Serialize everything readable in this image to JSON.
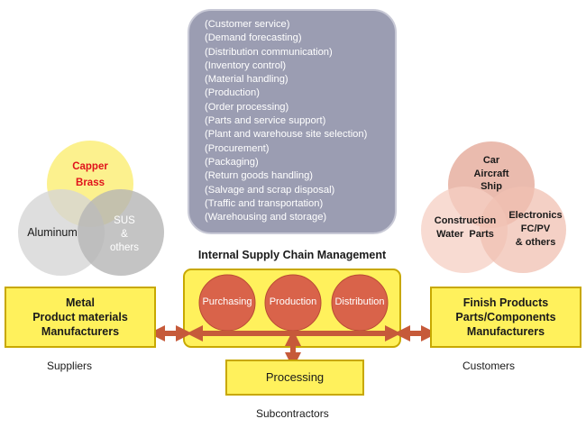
{
  "functions": {
    "items": [
      "(Customer service)",
      "(Demand forecasting)",
      "(Distribution communication)",
      "(Inventory control)",
      "(Material handling)",
      "(Production)",
      "(Order processing)",
      "(Parts and service support)",
      "(Plant and warehouse site selection)",
      "(Procurement)",
      "(Packaging)",
      "(Return goods handling)",
      "(Salvage and scrap disposal)",
      "(Traffic and transportation)",
      "(Warehousing and storage)"
    ]
  },
  "metal_venn": {
    "top": [
      "Capper",
      "Brass"
    ],
    "left": "Aluminum",
    "right": [
      "SUS",
      "&",
      "others"
    ]
  },
  "product_venn": {
    "top": [
      "Car",
      "Aircraft",
      "Ship"
    ],
    "left": [
      "Construction",
      "Water  Parts"
    ],
    "right": [
      "Electronics",
      "FC/PV",
      "& others"
    ]
  },
  "internal": {
    "title": "Internal Supply Chain Management",
    "circles": [
      "Purchasing",
      "Production",
      "Distribution"
    ]
  },
  "left_box": {
    "lines": [
      "Metal",
      "Product materials",
      "Manufacturers"
    ]
  },
  "right_box": {
    "lines": [
      "Finish Products",
      "Parts/Components",
      "Manufacturers"
    ]
  },
  "processing": {
    "label": "Processing"
  },
  "captions": {
    "suppliers": "Suppliers",
    "customers": "Customers",
    "subcontractors": "Subcontractors"
  },
  "colors": {
    "yellow": "#fff15c",
    "yellow_border": "#c8a800",
    "circle_red": "#d9634a",
    "arrow": "#c65a3a",
    "list_box": "#9b9db2",
    "metal_top": "#fbef7a",
    "metal_gray": "#c9c9c9",
    "product_pink": "#f5cfc3"
  }
}
